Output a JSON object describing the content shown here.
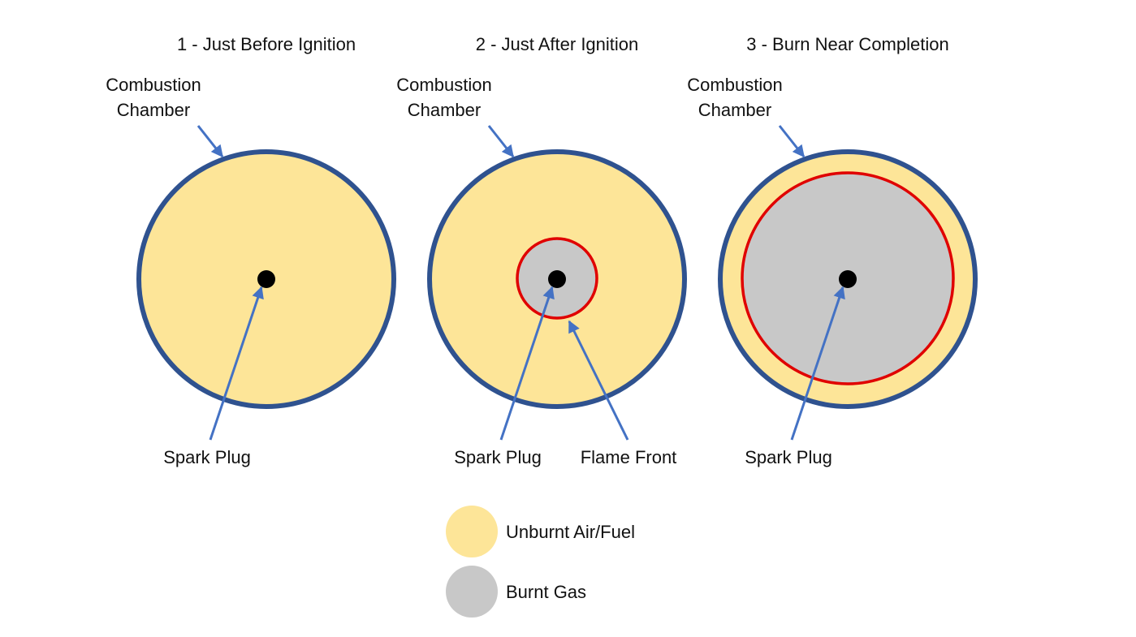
{
  "panels": [
    {
      "title": "1 - Just Before Ignition",
      "chamber_label": [
        "Combustion",
        "Chamber"
      ],
      "spark_label": "Spark Plug"
    },
    {
      "title": "2 - Just After Ignition",
      "chamber_label": [
        "Combustion",
        "Chamber"
      ],
      "spark_label": "Spark Plug",
      "flame_label": "Flame Front"
    },
    {
      "title": "3 - Burn Near Completion",
      "chamber_label": [
        "Combustion",
        "Chamber"
      ],
      "spark_label": "Spark Plug"
    }
  ],
  "legend": [
    {
      "label": "Unburnt Air/Fuel",
      "color": "#FDE598"
    },
    {
      "label": "Burnt Gas",
      "color": "#C8C8C8"
    }
  ],
  "colors": {
    "chamber_wall": "#2F528F",
    "unburnt": "#FDE598",
    "burnt": "#C8C8C8",
    "flame_front": "#E00000",
    "arrow": "#4472C4",
    "spark_plug": "#000000"
  }
}
